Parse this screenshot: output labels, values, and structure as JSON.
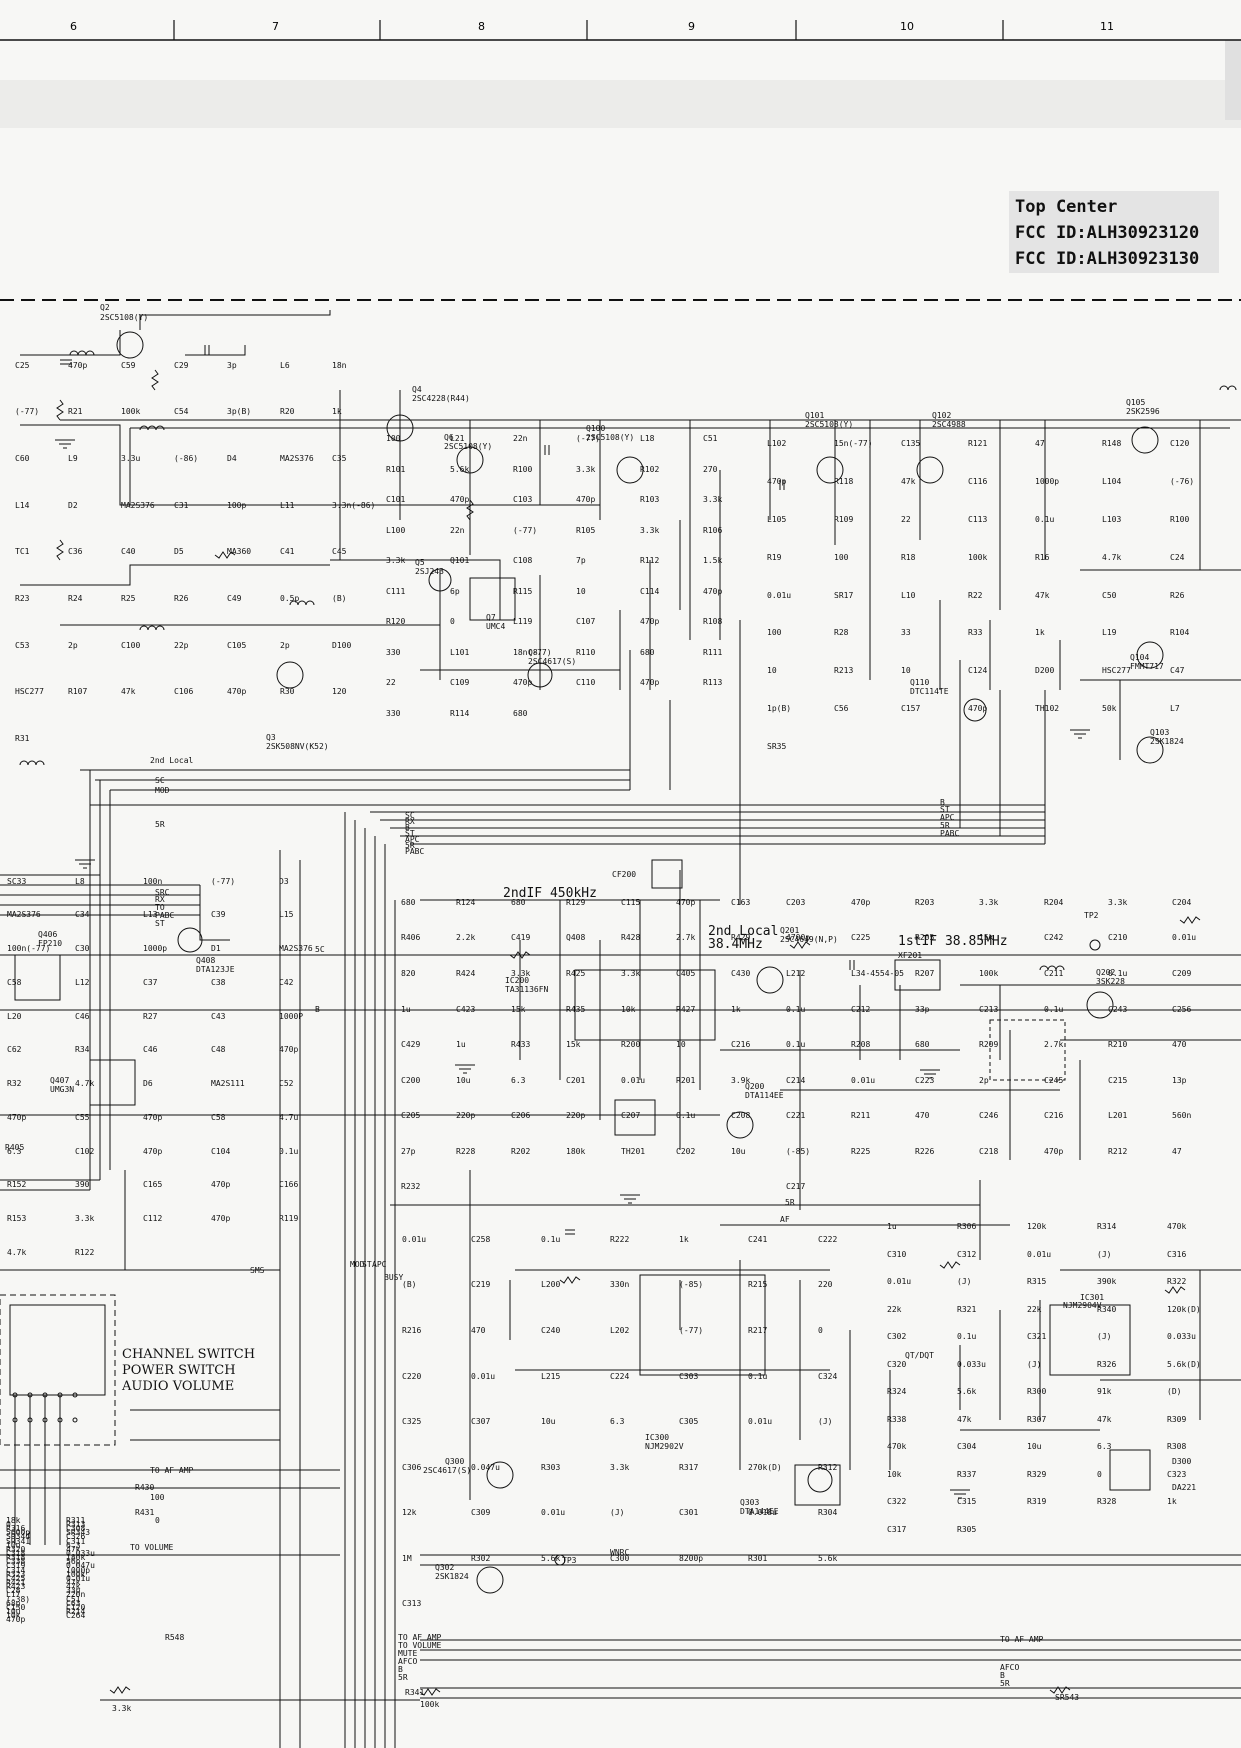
{
  "grid_numbers": [
    "6",
    "7",
    "8",
    "9",
    "10",
    "11"
  ],
  "fcc_box": {
    "line1": "Top Center",
    "line2": "FCC  ID:ALH30923120",
    "line3": "FCC  ID:ALH30923130"
  },
  "switch_box": {
    "line1": "CHANNEL SWITCH",
    "line2": "POWER SWITCH",
    "line3": "AUDIO VOLUME"
  },
  "sections": {
    "second_if": "2ndIF 450kHz",
    "second_local": "2nd Local",
    "second_local_freq": "38.4MHz",
    "first_if": "1stIF 38.85MHz"
  },
  "ic_labels": {
    "ic200": "IC200",
    "ic200_part": "TA31136FN",
    "ic300": "IC300",
    "ic300_part": "NJM2902V",
    "ic301": "IC301",
    "ic301_part": "NJM2904V",
    "cf200": "CF200",
    "xf201": "XF201"
  },
  "transistors": [
    "Q2",
    "2SC5108(Y)",
    "Q4",
    "2SC4228(R44)",
    "Q6",
    "2SC5108(Y)",
    "Q100",
    "2SC5108(Y)",
    "Q101",
    "2SC5108(Y)",
    "Q102",
    "2SC4988",
    "Q105",
    "2SK2596",
    "Q5",
    "2SJ243",
    "Q7",
    "UMC4",
    "Q8",
    "2SC4617(S)",
    "Q3",
    "2SK508NV(K52)",
    "Q104",
    "FMMT717",
    "Q103",
    "2SK1824",
    "Q110",
    "DTC114TE",
    "Q406",
    "FP210",
    "Q408",
    "DTA123JE",
    "Q407",
    "UMG3N",
    "Q201",
    "2SC4649(N,P)",
    "Q202",
    "3SK228",
    "Q200",
    "DTA114EE",
    "Q300",
    "2SC4617(S)",
    "Q302",
    "2SK1824",
    "Q303",
    "DTA144EE",
    "D300",
    "DA221"
  ],
  "bus_labels": [
    "2nd Local",
    "SC",
    "MOD",
    "5R",
    "SRC",
    "RX",
    "TO",
    "PABC",
    "ST",
    "5C",
    "B",
    "AF",
    "SMS",
    "MOD",
    "ST",
    "APC",
    "BUSY",
    "5R",
    "TO AF AMP",
    "R430",
    "100",
    "R431",
    "0",
    "TO VOLUME",
    "WNRC",
    "TP3",
    "TO AF AMP",
    "TO VOLUME",
    "MUTE",
    "AFCO",
    "B",
    "5R",
    "R341",
    "100k",
    "R548",
    "3.3k",
    "QT/DQT",
    "AFCO",
    "B",
    "5R",
    "SR543",
    "TO AF AMP",
    "TP2",
    "R405",
    "SC",
    "RX",
    "B",
    "ST",
    "APC",
    "5R",
    "PABC",
    "B",
    "ST",
    "APC",
    "5R",
    "PABC"
  ],
  "parts": [
    "C25",
    "470p",
    "C59",
    "C29",
    "3p",
    "L6",
    "18n",
    "(-77)",
    "R21",
    "100k",
    "C54",
    "3p(B)",
    "R20",
    "1k",
    "C60",
    "L9",
    "3.3u",
    "(-86)",
    "D4",
    "MA2S376",
    "C35",
    "L14",
    "D2",
    "MA2S376",
    "C31",
    "100p",
    "L11",
    "3.3n(-86)",
    "TC1",
    "C36",
    "C40",
    "D5",
    "MA360",
    "C41",
    "C45",
    "R23",
    "R24",
    "R25",
    "R26",
    "C49",
    "0.5p",
    "(B)",
    "C53",
    "2p",
    "C100",
    "22p",
    "C105",
    "2p",
    "D100",
    "HSC277",
    "R107",
    "47k",
    "C106",
    "470p",
    "R30",
    "120",
    "R31",
    "100",
    "L21",
    "22n",
    "(-77)",
    "L18",
    "C51",
    "R101",
    "5.6k",
    "R100",
    "3.3k",
    "R102",
    "270",
    "C101",
    "470p",
    "C103",
    "470p",
    "R103",
    "3.3k",
    "L100",
    "22n",
    "(-77)",
    "R105",
    "3.3k",
    "R106",
    "3.3k",
    "Q101",
    "C108",
    "7p",
    "R112",
    "1.5k",
    "C111",
    "6p",
    "R115",
    "10",
    "C114",
    "470p",
    "R120",
    "0",
    "L119",
    "C107",
    "470p",
    "R108",
    "330",
    "L101",
    "18n(-77)",
    "R110",
    "680",
    "R111",
    "22",
    "C109",
    "470p",
    "C110",
    "470p",
    "R113",
    "330",
    "R114",
    "680",
    "L102",
    "15n(-77)",
    "C135",
    "R121",
    "47",
    "R148",
    "C120",
    "470p",
    "R118",
    "47k",
    "C116",
    "1000p",
    "L104",
    "(-76)",
    "L105",
    "R109",
    "22",
    "C113",
    "0.1u",
    "L103",
    "R100",
    "R19",
    "100",
    "R18",
    "100k",
    "R16",
    "4.7k",
    "C24",
    "0.01u",
    "SR17",
    "L10",
    "R22",
    "47k",
    "C50",
    "R26",
    "100",
    "R28",
    "33",
    "R33",
    "1k",
    "L19",
    "R104",
    "10",
    "R213",
    "10",
    "C124",
    "D200",
    "HSC277",
    "C47",
    "1p(B)",
    "C56",
    "C157",
    "470p",
    "TH102",
    "50k",
    "L7",
    "SR35",
    "SC33",
    "L8",
    "100n",
    "(-77)",
    "D3",
    "MA2S376",
    "C34",
    "L13",
    "C39",
    "L15",
    "100n(-77)",
    "C30",
    "1000p",
    "D1",
    "MA2S376",
    "C58",
    "L12",
    "C37",
    "C38",
    "C42",
    "L20",
    "C46",
    "R27",
    "C43",
    "1000P",
    "C62",
    "R34",
    "C46",
    "C48",
    "470p",
    "R32",
    "4.7k",
    "D6",
    "MA2S111",
    "C52",
    "470p",
    "C55",
    "470p",
    "C58",
    "4.7u",
    "6.3",
    "C102",
    "470p",
    "C104",
    "0.1u",
    "R152",
    "390",
    "C165",
    "470p",
    "C166",
    "R153",
    "3.3k",
    "C112",
    "470p",
    "R119",
    "4.7k",
    "R122",
    "680",
    "R124",
    "680",
    "R129",
    "C115",
    "470p",
    "C163",
    "R406",
    "2.2k",
    "C419",
    "Q408",
    "R428",
    "2.7k",
    "R429",
    "820",
    "R424",
    "3.3k",
    "R425",
    "3.3k",
    "C405",
    "C430",
    "1u",
    "C423",
    "15k",
    "R435",
    "10k",
    "R427",
    "1k",
    "C429",
    "1u",
    "R433",
    "15k",
    "R200",
    "10",
    "C216",
    "C200",
    "10u",
    "6.3",
    "C201",
    "0.01u",
    "R201",
    "3.9k",
    "C205",
    "220p",
    "C206",
    "220p",
    "C207",
    "0.1u",
    "C208",
    "27p",
    "R228",
    "R202",
    "180k",
    "TH201",
    "C202",
    "10u",
    "R232",
    "C203",
    "470p",
    "R203",
    "3.3k",
    "R204",
    "3.3k",
    "C204",
    "4700p",
    "C225",
    "R205",
    "15k",
    "C242",
    "C210",
    "0.01u",
    "L212",
    "L34-4554-05",
    "R207",
    "100k",
    "C211",
    "0.1u",
    "C209",
    "0.1u",
    "C212",
    "33p",
    "C213",
    "0.1u",
    "C243",
    "C256",
    "0.1u",
    "R208",
    "680",
    "R209",
    "2.7k",
    "R210",
    "470",
    "C214",
    "0.01u",
    "C223",
    "2p",
    "C245",
    "C215",
    "13p",
    "C221",
    "R211",
    "470",
    "C246",
    "C216",
    "L201",
    "560n",
    "(-85)",
    "R225",
    "R226",
    "C218",
    "470p",
    "R212",
    "47",
    "C217",
    "0.01u",
    "C258",
    "0.1u",
    "R222",
    "1k",
    "C241",
    "C222",
    "(B)",
    "C219",
    "L200",
    "330n",
    "(-85)",
    "R215",
    "220",
    "R216",
    "470",
    "C240",
    "L202",
    "(-77)",
    "R217",
    "0",
    "C220",
    "0.01u",
    "L215",
    "C224",
    "C303",
    "0.1u",
    "C324",
    "C325",
    "C307",
    "10u",
    "6.3",
    "C305",
    "0.01u",
    "(J)",
    "C306",
    "0.047u",
    "R303",
    "3.3k",
    "R317",
    "270k(D)",
    "R312",
    "12k",
    "C309",
    "0.01u",
    "(J)",
    "C301",
    "0.018u",
    "R304",
    "1M",
    "R302",
    "5.6k",
    "C300",
    "8200p",
    "R301",
    "5.6k",
    "C313",
    "1u",
    "R306",
    "120k",
    "R314",
    "470k",
    "C310",
    "C312",
    "0.01u",
    "(J)",
    "C316",
    "0.01u",
    "(J)",
    "R315",
    "390k",
    "R322",
    "22k",
    "R321",
    "22k",
    "R340",
    "120k(D)",
    "C302",
    "0.1u",
    "C321",
    "(J)",
    "0.033u",
    "C320",
    "0.033u",
    "(J)",
    "R326",
    "5.6k(D)",
    "R324",
    "5.6k",
    "R300",
    "91k",
    "(D)",
    "R338",
    "47k",
    "R307",
    "47k",
    "R309",
    "470k",
    "C304",
    "10u",
    "6.3",
    "R308",
    "10k",
    "R337",
    "R329",
    "0",
    "C323",
    "C322",
    "C315",
    "R319",
    "R328",
    "1k",
    "C317",
    "R305",
    "18k",
    "R311",
    "0",
    "R313",
    "R316",
    "C308",
    "5600p",
    "SR343",
    "SR344",
    "C326",
    "SR341",
    "C311",
    "10u",
    "6.3",
    "R320",
    "47k",
    "C318",
    "0.033u",
    "R318",
    "180k",
    "C338",
    "56p",
    "C319",
    "0.047u",
    "C314",
    "1000p",
    "R323",
    "100k",
    "C425",
    "0.01u",
    "R421",
    "47k",
    "R423",
    "47k",
    "C28",
    "33p",
    "L17",
    "220n",
    "(-38)",
    "C51",
    "68p",
    "C63",
    "C130",
    "C120",
    "10u",
    "R214",
    "10k",
    "C264",
    "470p"
  ]
}
